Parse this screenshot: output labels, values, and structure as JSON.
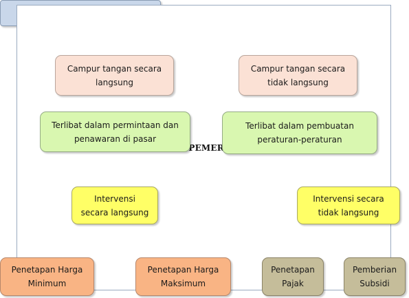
{
  "title": "PERAN PEMERINTAH",
  "level1": {
    "direct": "Campur tangan secara\nlangsung",
    "indirect": "Campur tangan secara\ntidak langsung"
  },
  "level2": {
    "market": "Terlibat dalam permintaan dan\npenawaran di pasar",
    "regulation": "Terlibat dalam pembuatan\nperaturan-peraturan"
  },
  "level3": {
    "direct": "Intervensi\nsecara langsung",
    "indirect": "Intervensi secara\ntidak langsung"
  },
  "level4": {
    "minimum_price": "Penetapan Harga\nMinimum",
    "maximum_price": "Penetapan Harga\nMaksimum",
    "tax": "Penetapan\nPajak",
    "subsidy": "Pemberian\nSubsidi"
  },
  "colors": {
    "title": "#c9d7ea",
    "level1": "#fbe1d5",
    "level2": "#d9f7b0",
    "level3": "#ffff66",
    "level4_left": "#f9b484",
    "level4_right": "#c5bd9a",
    "connector": "#000000"
  }
}
